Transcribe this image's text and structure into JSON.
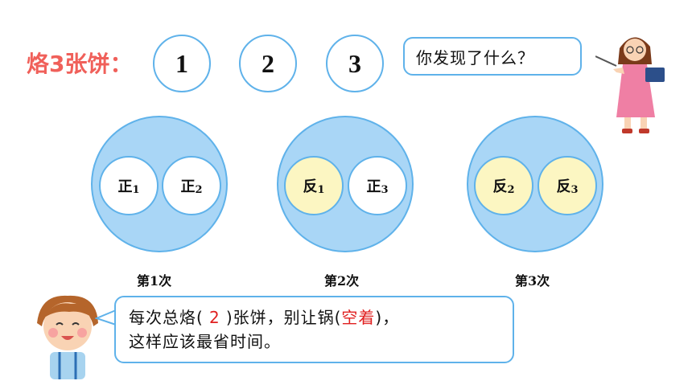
{
  "title": "烙3张饼：",
  "numbers": [
    "1",
    "2",
    "3"
  ],
  "teacher_question": "你发现了什么？",
  "pans": [
    {
      "caption": "第1次",
      "cakes": [
        {
          "label": "正",
          "sub": "1",
          "color": "white"
        },
        {
          "label": "正",
          "sub": "2",
          "color": "white"
        }
      ]
    },
    {
      "caption": "第2次",
      "cakes": [
        {
          "label": "反",
          "sub": "1",
          "color": "yellow"
        },
        {
          "label": "正",
          "sub": "3",
          "color": "white"
        }
      ]
    },
    {
      "caption": "第3次",
      "cakes": [
        {
          "label": "反",
          "sub": "2",
          "color": "yellow"
        },
        {
          "label": "反",
          "sub": "3",
          "color": "yellow"
        }
      ]
    }
  ],
  "conclusion": {
    "prefix": "每次总烙(",
    "blank1": "2",
    "mid": ")张饼，别让锅(",
    "blank2": "空着",
    "suffix": ")，",
    "line2": "这样应该最省时间。"
  },
  "colors": {
    "accent": "#5fb2ea",
    "title": "#f0605a",
    "answer": "#e02020",
    "pan": "#a9d6f6",
    "flipped": "#fcf6c2"
  }
}
